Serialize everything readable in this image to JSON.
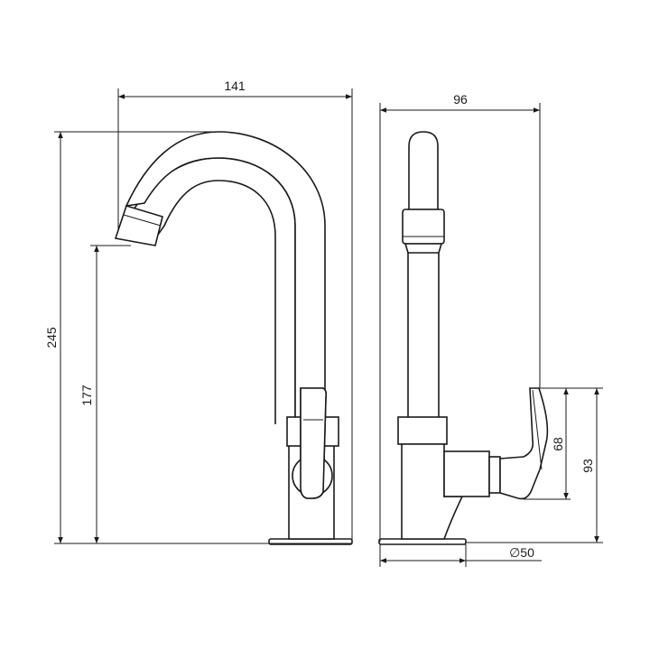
{
  "dimensions": {
    "front_width": "141",
    "front_total_height": "245",
    "front_spout_height": "177",
    "side_width": "96",
    "side_handle_height": "68",
    "side_total_handle_height": "93",
    "base_diameter": "∅50"
  },
  "colors": {
    "line": "#1a1a1a",
    "background": "#ffffff"
  }
}
